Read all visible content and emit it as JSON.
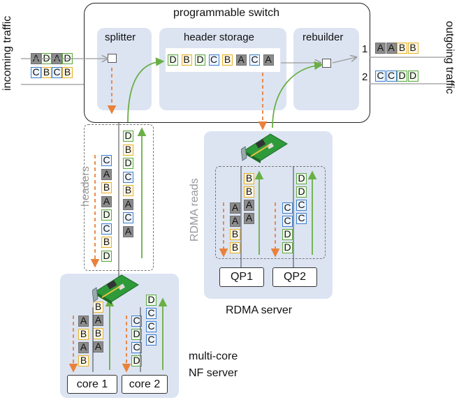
{
  "outside": {
    "incoming_label": "incoming traffic",
    "outgoing_label": "outgoing traffic",
    "in_flow_1": [
      "A",
      "D",
      "A",
      "D"
    ],
    "in_flow_2": [
      "C",
      "B",
      "C",
      "B"
    ],
    "out_flow_1": [
      "A",
      "A",
      "B",
      "B"
    ],
    "out_flow_2": [
      "C",
      "C",
      "D",
      "D"
    ],
    "port_1": "1",
    "port_2": "2"
  },
  "switch": {
    "title": "programmable switch",
    "splitter_label": "splitter",
    "storage_label": "header storage",
    "rebuilder_label": "rebuilder",
    "storage_cells": [
      "D",
      "B",
      "D",
      "C",
      "B",
      "A",
      "C",
      "A"
    ]
  },
  "nf_server": {
    "headers_label": "headers",
    "left_stack": [
      "C",
      "A",
      "B",
      "A",
      "D",
      "C",
      "B",
      "D"
    ],
    "right_stack": [
      "D",
      "B",
      "D",
      "C",
      "B",
      "A",
      "C",
      "A"
    ],
    "core1_stack": [
      "A",
      "B",
      "A",
      "B"
    ],
    "core1_right": [
      "B",
      "A",
      "B",
      "A"
    ],
    "core2_stack": [
      "C",
      "D",
      "C",
      "D"
    ],
    "core2_right": [
      "D",
      "C",
      "C",
      "C"
    ],
    "core1_label": "core 1",
    "core2_label": "core 2",
    "caption_line1": "multi-core",
    "caption_line2": "NF server"
  },
  "rdma_server": {
    "reads_label": "RDMA reads",
    "qp1_left": [
      "A",
      "A",
      "B",
      "B"
    ],
    "qp1_right": [
      "B",
      "B",
      "A",
      "A"
    ],
    "qp2_left": [
      "C",
      "C",
      "D",
      "D"
    ],
    "qp2_right": [
      "D",
      "D",
      "C",
      "C"
    ],
    "qp1_label": "QP1",
    "qp2_label": "QP2",
    "caption": "RDMA server"
  },
  "colors": {
    "panel": "#dce4f2",
    "A": "#8c8c8c",
    "B": "#e8b026",
    "C": "#3c7fd0",
    "D": "#5da83f",
    "arrow_orange": "#e9813a",
    "arrow_green": "#6aaf45"
  }
}
